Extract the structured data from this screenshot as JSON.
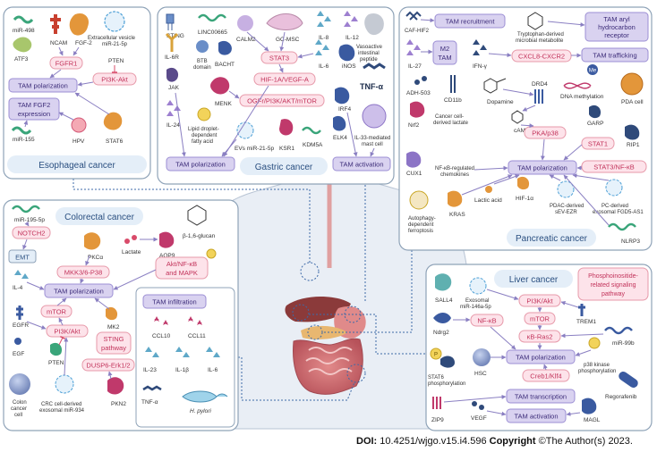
{
  "colors": {
    "panel_border": "#8fa3b8",
    "panel_fill": "#ffffff",
    "title_fill": "#e4eef8",
    "title_text": "#2a4f80",
    "tam_fill": "#d9d2f0",
    "tam_text": "#3b2b78",
    "path_fill": "#fde3ea",
    "path_border": "#e79aaa",
    "path_text": "#c2325a",
    "arrow": "#8a7fc2",
    "inhibit": "#d94b6a",
    "dots": "#4f6e9a"
  },
  "esophageal": {
    "title": "Esophageal cancer",
    "labels": {
      "mir498": "miR-498",
      "ncam": "NCAM",
      "fgf2": "FGF-2",
      "ev": "Extracellular vesicle",
      "ev2": "miR-21-5p",
      "atf3": "ATF3",
      "fgfr1": "FGFR1",
      "pten": "PTEN",
      "tam_pol": "TAM polarization",
      "pi3k": "PI3K-Akt",
      "fgf2exp1": "TAM FGF2",
      "fgf2exp2": "expression",
      "mir155": "miR-155",
      "hpv": "HPV",
      "stat6": "STAT6"
    }
  },
  "gastric": {
    "title": "Gastric cancer",
    "labels": {
      "sting": "STING",
      "linc": "LINC00665",
      "calm2": "CALM2",
      "gcmsc": "GC-MSC",
      "il8": "IL-8",
      "il12": "IL-12",
      "il6r": "IL-6R",
      "btb1": "BTB",
      "btb2": "domain",
      "bach1": "BACHT",
      "stat3": "STAT3",
      "il6": "IL-6",
      "inos": "iNOS",
      "vip1": "Vasoactive",
      "vip2": "intestinal",
      "vip3": "peptide",
      "tnfa": "TNF-α",
      "jak": "JAK",
      "hif": "HIF-1A/VEGF-A",
      "menk": "MENK",
      "ogf": "OGFr/PI3K/AKT/mTOR",
      "irf4": "IRF4",
      "il24": "IL-24",
      "lipid1": "Lipid droplet-",
      "lipid2": "dependent",
      "lipid3": "fatty acid",
      "evs": "EVs miR-21-5p",
      "ksr1": "KSR1",
      "kdm5a": "KDM5A",
      "elk4": "ELK4",
      "mast1": "IL-33-mediated",
      "mast2": "mast cell",
      "tam_pol": "TAM polarization",
      "tam_act": "TAM activation"
    }
  },
  "pancreatic": {
    "title": "Pancreatic cancer",
    "labels": {
      "cafhif": "CAF-HIF2",
      "tam_rec": "TAM recruitment",
      "trp1": "Tryptophan-derived",
      "trp2": "microbial metabolite",
      "ahr1": "TAM aryl",
      "ahr2": "hydrocarbon",
      "ahr3": "receptor",
      "il27": "IL-27",
      "m2_1": "M2",
      "m2_2": "TAM",
      "ifn": "IFN-γ",
      "cxcl8": "CXCL8-CXCR2",
      "tam_traf": "TAM trafficking",
      "adh": "ADH-503",
      "cd11b": "CD11b",
      "dopa": "Dopamine",
      "drd4": "DRD4",
      "dnam": "DNA methylation",
      "me": "Me",
      "pda": "PDA cell",
      "garp": "GARP",
      "camp": "cAMP",
      "nrf2": "Nrf2",
      "lact1": "Cancer cell-",
      "lact2": "derived lactate",
      "pka": "PKA/p38",
      "stat1": "STAT1",
      "rip1": "RIP1",
      "cux1": "CUX1",
      "nfkb1": "NF-κB-regulated",
      "nfkb2": "chemokines",
      "tam_pol": "TAM polarization",
      "stat3nf": "STAT3/NF-κB",
      "lactic": "Lactic acid",
      "hif1a": "HIF-1α",
      "pdac1": "PDAC-derived",
      "pdac2": "sEV-EZR",
      "pc1": "PC-derived",
      "pc2": "exosomal FGD5-AS1",
      "auto1": "Autophagy-",
      "auto2": "dependent",
      "auto3": "ferroptosis",
      "kras": "KRAS",
      "nlrp3": "NLRP3"
    }
  },
  "colorectal": {
    "title": "Colorectal cancer",
    "labels": {
      "mir195": "miR-195-5p",
      "notch2": "NOTCH2",
      "pkca": "PKCα",
      "lactate": "Lactate",
      "aqp9": "AQP9",
      "glucan": "β-1,6-glucan",
      "emt": "EMT",
      "il4": "IL-4",
      "mkk": "MKK3/6-P38",
      "aktnf1": "Akt/NF-κB",
      "aktnf2": "and MAPK",
      "tam_pol": "TAM polarization",
      "mtor": "mTOR",
      "egfr": "EGFR",
      "pi3k": "PI3K/Akt",
      "mk2": "MK2",
      "sting1": "STING",
      "sting2": "pathway",
      "egf": "EGF",
      "pten": "PTEN",
      "dusp": "DUSP6-Erk1/2",
      "colon1": "Colon",
      "colon2": "cancer",
      "colon3": "cell",
      "crc1": "CRC cell-derived",
      "crc2": "exosomal miR-934",
      "pkn2": "PKN2",
      "tam_inf": "TAM infiltration",
      "ccl10": "CCL10",
      "ccl11": "CCL11",
      "il23": "IL-23",
      "il1b": "IL-1β",
      "il6": "IL-6",
      "tnfa": "TNF-α",
      "hpylori": "H. pylori"
    }
  },
  "liver": {
    "title": "Liver cancer",
    "labels": {
      "phospho1": "Phosphoinositide-",
      "phospho2": "related signaling",
      "phospho3": "pathway",
      "sall4": "SALL4",
      "exo1": "Exosomal",
      "exo2": "miR-146a-5p",
      "pi3k": "PI3K/Akt",
      "trem1": "TREM1",
      "ndrg2": "Ndrg2",
      "nfkb": "NF-κB",
      "mtor": "mTOR",
      "kbras": "κB-Ras2",
      "mir99": "miR-99b",
      "tam_pol": "TAM polarization",
      "p38_1": "p38 kinase",
      "p38_2": "phosphorylation",
      "stat6_1": "STAT6",
      "stat6_2": "phosphorylation",
      "hsc": "HSC",
      "creb": "Creb1/Klf4",
      "rego": "Regorafenib",
      "tam_trans": "TAM transcription",
      "zip9": "ZIP9",
      "vegf": "VEGF",
      "tam_act": "TAM activation",
      "magl": "MAGL",
      "p": "P"
    }
  },
  "footer": {
    "doi_label": "DOI:",
    "doi": "10.4251/wjgo.v15.i4.596",
    "copyright_label": "Copyright",
    "copyright": "©The Author(s) 2023."
  }
}
